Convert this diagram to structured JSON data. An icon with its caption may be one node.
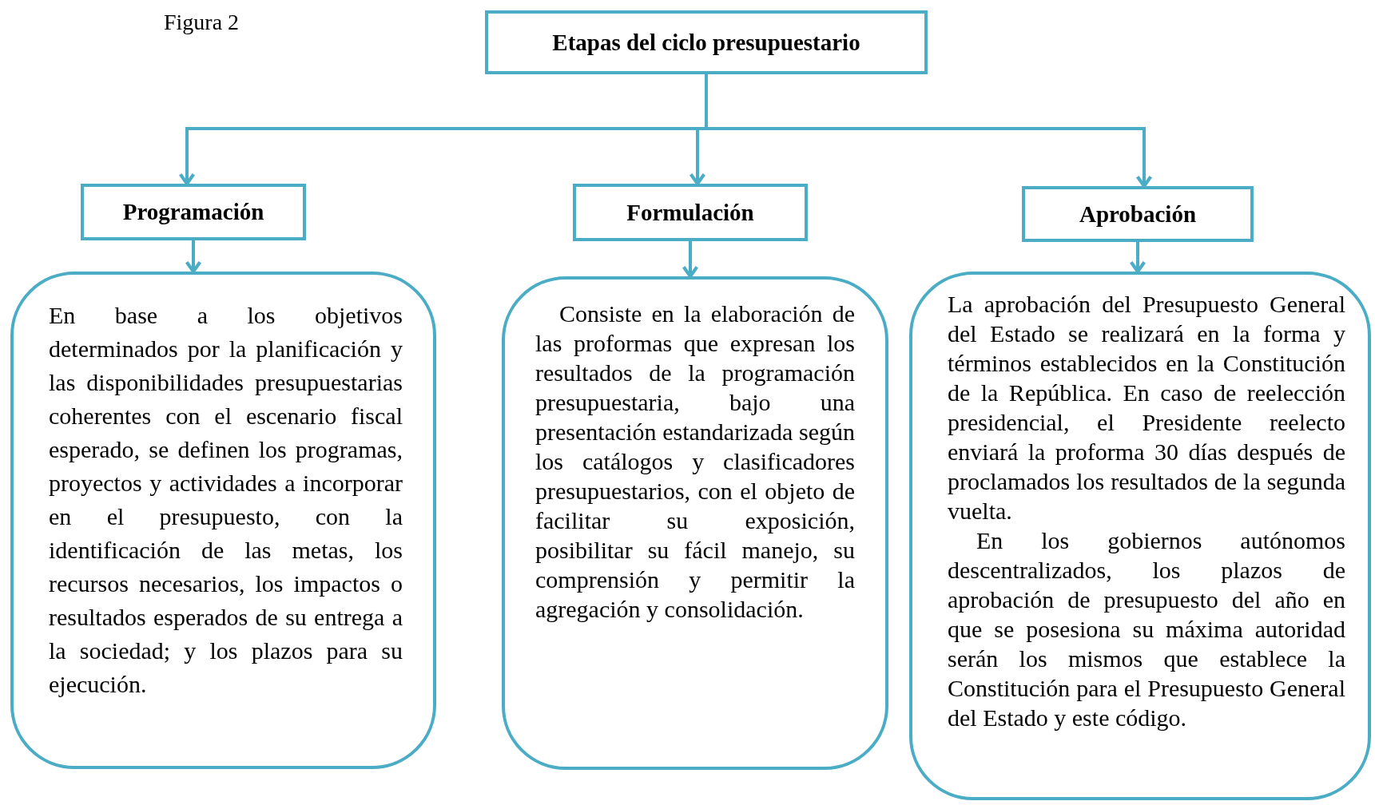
{
  "diagram": {
    "nodes": [
      {
        "text": [
          "Etapas del ciclo presupuestario"
        ]
      },
      {
        "text": [
          "Programación"
        ]
      },
      {
        "text": [
          "Formulación"
        ]
      },
      {
        "text": [
          "Aprobación"
        ]
      },
      {
        "text": [
          "En base a los objetivos determinados por la planificación y las disponibilidades presupuestarias coherentes con el escenario fiscal esperado, se definen los programas, proyectos y actividades a incorporar en el presupuesto, con la identificación de las metas, los recursos necesarios, los impactos o resultados esperados de su entrega a la sociedad; y los plazos para su ejecución."
        ]
      },
      {
        "text": [
          "Consiste en la elaboración de las proformas que expresan los resultados de la programación presupuestaria, bajo una presentación estandarizada según los catálogos y clasificadores presupuestarios, con el objeto de facilitar su exposición, posibilitar su fácil manejo, su comprensión y permitir la agregación y consolidación."
        ]
      },
      {
        "text": [
          "La aprobación del Presupuesto General del Estado se realizará en la forma y términos establecidos en la Constitución de la República. En caso de reelección presidencial, el Presidente reelecto enviará la proforma 30 días después de proclamados los resultados de la segunda vuelta.",
          "En los gobiernos autónomos descentralizados, los plazos de aprobación de presupuesto del año en que se posesiona su máxima autoridad serán los mismos que establece la Constitución para el Presupuesto General del Estado y este código."
        ]
      }
    ],
    "edges": [
      {
        "from": 0,
        "to": 1,
        "arrow": "to"
      },
      {
        "from": 0,
        "to": 2,
        "arrow": "to"
      },
      {
        "from": 0,
        "to": 3,
        "arrow": "to"
      },
      {
        "from": 1,
        "to": 4,
        "arrow": "to"
      },
      {
        "from": 2,
        "to": 5,
        "arrow": "to"
      },
      {
        "from": 3,
        "to": 6,
        "arrow": "to"
      }
    ],
    "labels": [
      "Figura 2"
    ]
  }
}
